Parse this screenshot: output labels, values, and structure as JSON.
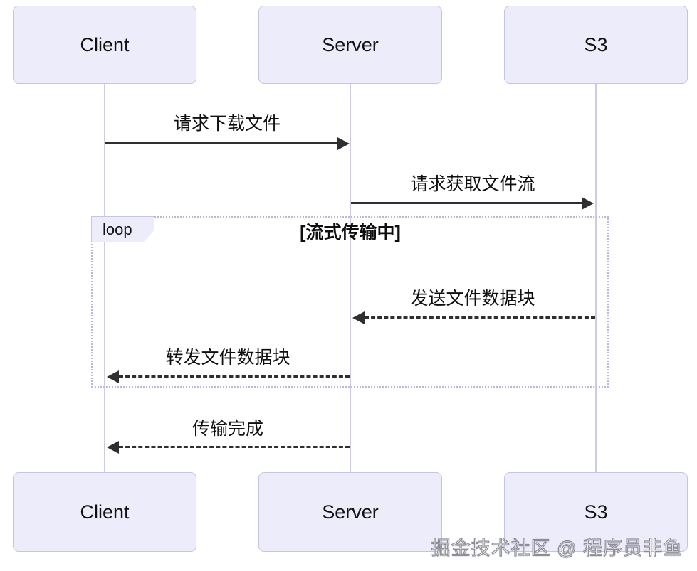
{
  "diagram": {
    "type": "sequence-diagram",
    "participants": [
      {
        "name": "Client"
      },
      {
        "name": "Server"
      },
      {
        "name": "S3"
      }
    ],
    "messages": [
      {
        "from": "Client",
        "to": "Server",
        "label": "请求下载文件",
        "line": "solid",
        "direction": "right"
      },
      {
        "from": "Server",
        "to": "S3",
        "label": "请求获取文件流",
        "line": "solid",
        "direction": "right"
      },
      {
        "from": "S3",
        "to": "Server",
        "label": "发送文件数据块",
        "line": "dashed",
        "direction": "left"
      },
      {
        "from": "Server",
        "to": "Client",
        "label": "转发文件数据块",
        "line": "dashed",
        "direction": "left"
      },
      {
        "from": "Server",
        "to": "Client",
        "label": "传输完成",
        "line": "dashed",
        "direction": "left"
      }
    ],
    "loop": {
      "label": "loop",
      "condition": "[流式传输中]",
      "contains_message_indices": [
        2,
        3
      ]
    },
    "watermark": "掘金技术社区 @ 程序员非鱼",
    "colors": {
      "actor_fill": "#ECECFB",
      "actor_border": "#C5C5E2",
      "lifeline": "#CCCCE3",
      "message_line": "#2F2F2F",
      "loop_border": "#B9B9DE",
      "text": "#111111"
    }
  }
}
